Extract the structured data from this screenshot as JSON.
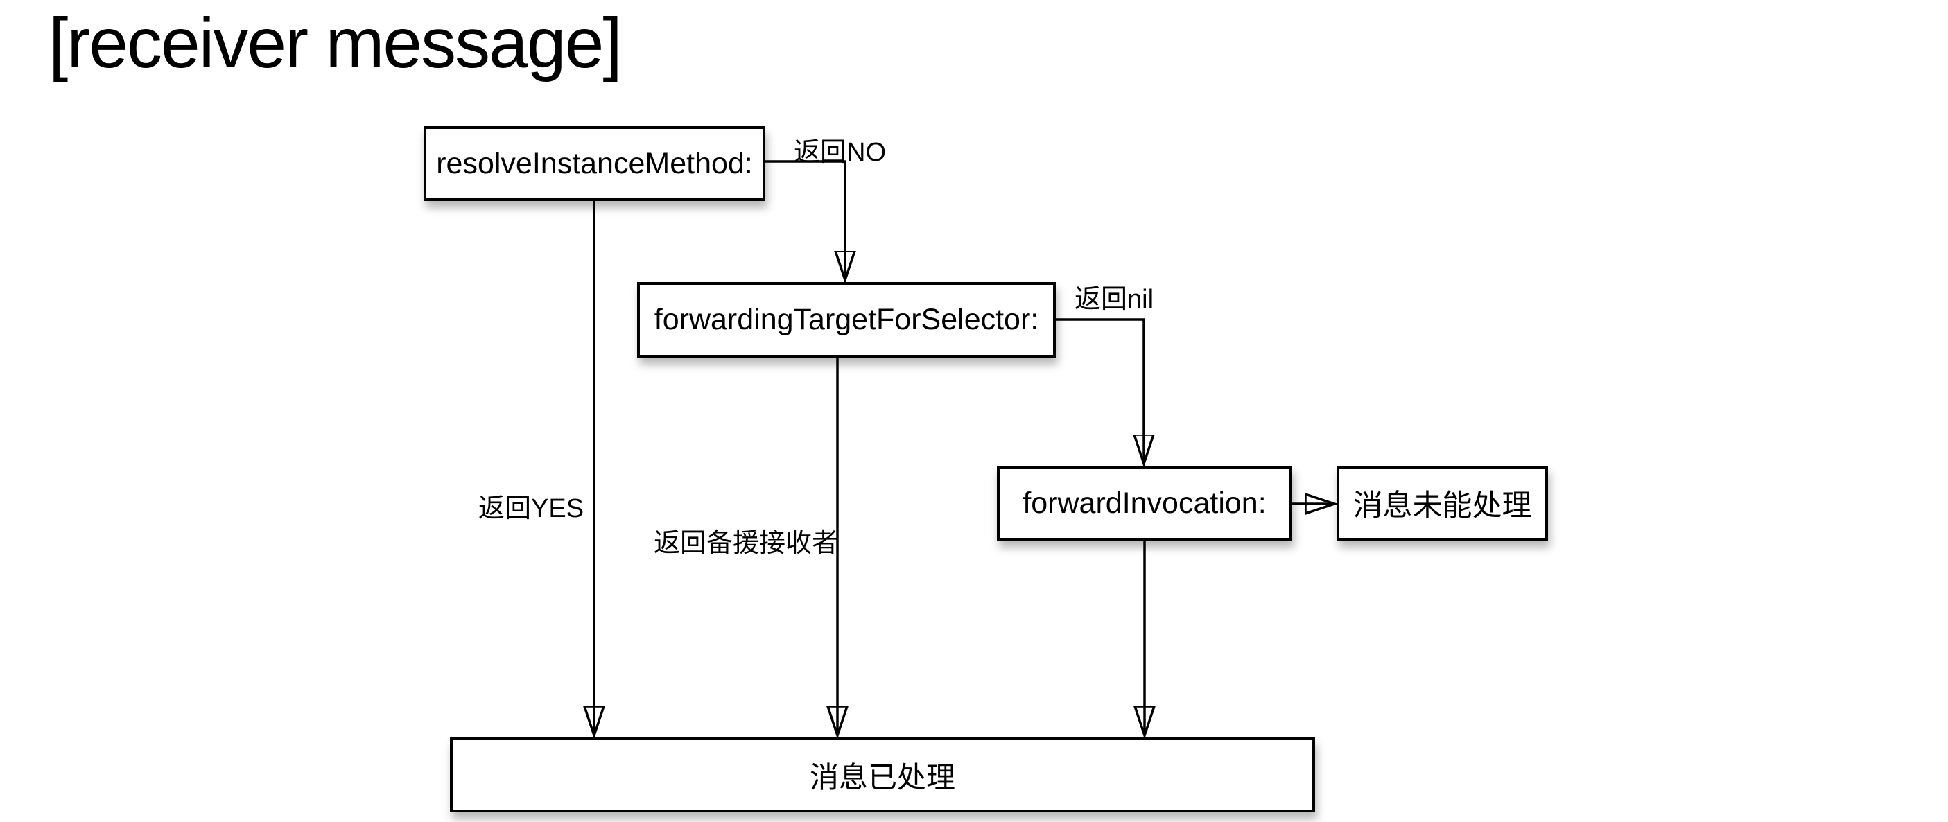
{
  "title": "[receiver message]",
  "colors": {
    "background": "#ffffff",
    "line": "#000000",
    "box_border": "#000000",
    "box_fill": "#ffffff",
    "text": "#000000"
  },
  "diagram": {
    "nodes": [
      {
        "id": "resolve-instance-method",
        "label": "resolveInstanceMethod:"
      },
      {
        "id": "forwarding-target-for-selector",
        "label": "forwardingTargetForSelector:"
      },
      {
        "id": "forward-invocation",
        "label": "forwardInvocation:"
      },
      {
        "id": "message-not-handled",
        "label": "消息未能处理"
      },
      {
        "id": "message-handled",
        "label": "消息已处理"
      }
    ],
    "edges": [
      {
        "from": "resolveInstanceMethod:",
        "to": "forwardingTargetForSelector:",
        "label": "返回NO"
      },
      {
        "from": "resolveInstanceMethod:",
        "to": "消息已处理",
        "label": "返回YES"
      },
      {
        "from": "forwardingTargetForSelector:",
        "to": "forwardInvocation:",
        "label": "返回nil"
      },
      {
        "from": "forwardingTargetForSelector:",
        "to": "消息已处理",
        "label": "返回备援接收者"
      },
      {
        "from": "forwardInvocation:",
        "to": "消息未能处理",
        "label": ""
      },
      {
        "from": "forwardInvocation:",
        "to": "消息已处理",
        "label": ""
      }
    ]
  }
}
